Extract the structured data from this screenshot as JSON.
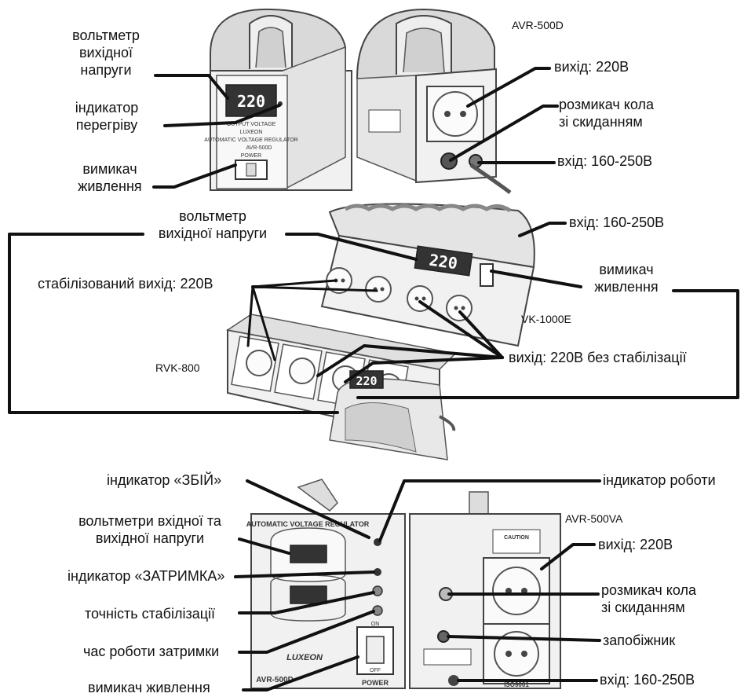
{
  "models": {
    "avr500d": "AVR-500D",
    "vk1000e": "VK-1000E",
    "rvk800": "RVK-800",
    "avr500va": "AVR-500VA"
  },
  "device_markings": {
    "display_value": "220",
    "avr_front_text": "AUTOMATIC VOLTAGE REGULATOR",
    "avr_model": "AVR-500D",
    "power": "POWER",
    "on": "ON",
    "off": "OFF",
    "brand": "LUXEON",
    "output_voltage": "OUTPUT VOLTAGE",
    "caution": "CAUTION",
    "iso": "ISO9001"
  },
  "section1": {
    "voltmeter_line1": "вольтметр",
    "voltmeter_line2": "вихідної",
    "voltmeter_line3": "напруги",
    "overheat_line1": "індикатор",
    "overheat_line2": "перегріву",
    "power_switch_line1": "вимикач",
    "power_switch_line2": "живлення",
    "output": "вихід: 220В",
    "breaker_line1": "розмикач кола",
    "breaker_line2": "зі скиданням",
    "input": "вхід: 160-250В"
  },
  "section2": {
    "voltmeter_line1": "вольтметр",
    "voltmeter_line2": "вихідної напруги",
    "input": "вхід: 160-250В",
    "stabilized_output": "стабілізований вихід: 220В",
    "power_switch_line1": "вимикач",
    "power_switch_line2": "живлення",
    "unstabilized_output": "вихід: 220В без стабілізації"
  },
  "section3": {
    "fault_indicator": "індикатор «ЗБІЙ»",
    "work_indicator": "індикатор роботи",
    "voltmeters_line1": "вольтметри вхідної та",
    "voltmeters_line2": "вихідної напруги",
    "delay_indicator": "індикатор «ЗАТРИМКА»",
    "accuracy": "точність стабілізації",
    "delay_time": "час роботи затримки",
    "power_switch": "вимикач живлення",
    "output": "вихід: 220В",
    "breaker_line1": "розмикач кола",
    "breaker_line2": "зі скиданням",
    "fuse": "запобіжник",
    "input": "вхід: 160-250В"
  }
}
